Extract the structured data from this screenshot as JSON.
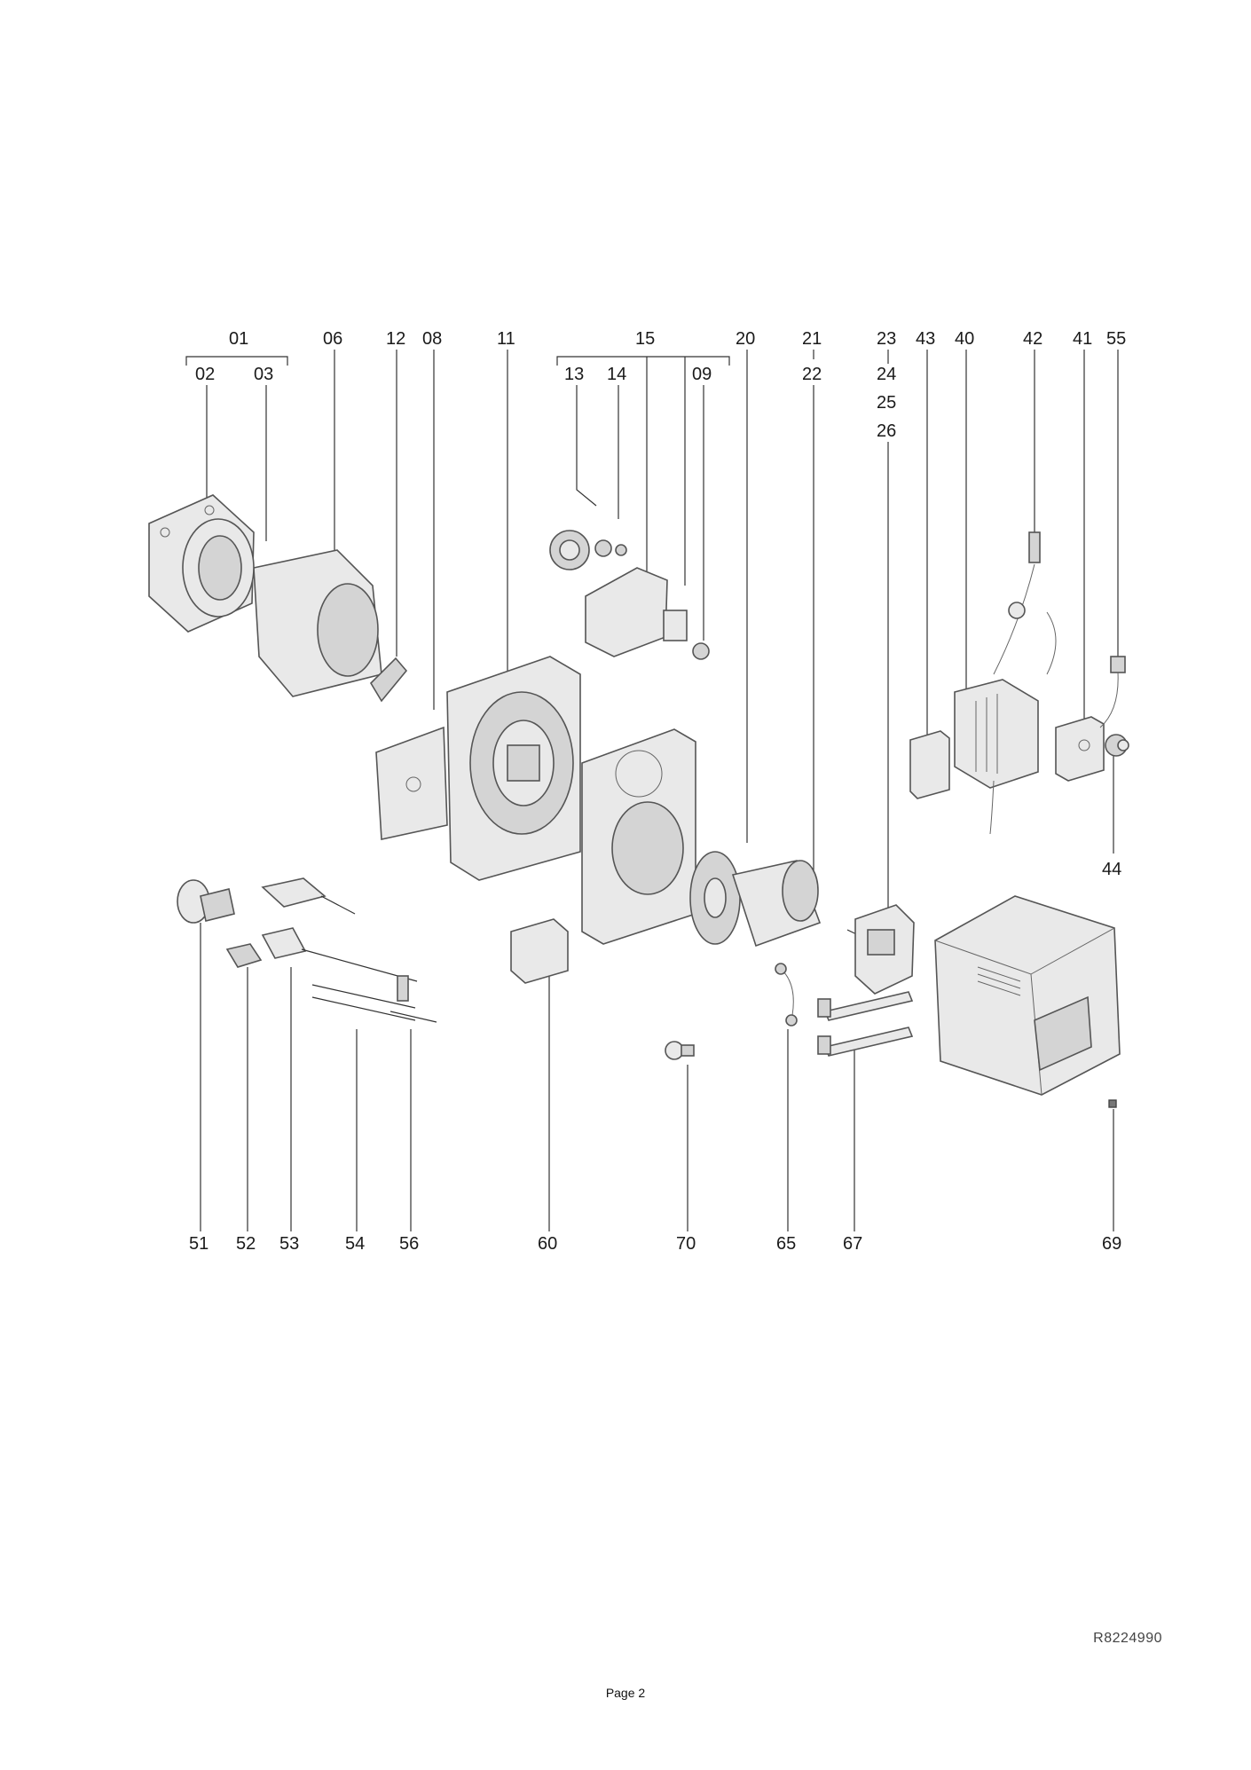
{
  "labels_top": [
    "01",
    "02",
    "03",
    "06",
    "12",
    "08",
    "11",
    "15",
    "13",
    "14",
    "09",
    "20",
    "21",
    "22",
    "23",
    "24",
    "25",
    "26",
    "43",
    "40",
    "42",
    "41",
    "55"
  ],
  "labels_right": [
    "44"
  ],
  "labels_bottom": [
    "51",
    "52",
    "53",
    "54",
    "56",
    "60",
    "70",
    "65",
    "67",
    "69"
  ],
  "drawing_ref": "R8224990",
  "page_label": "Page 2"
}
